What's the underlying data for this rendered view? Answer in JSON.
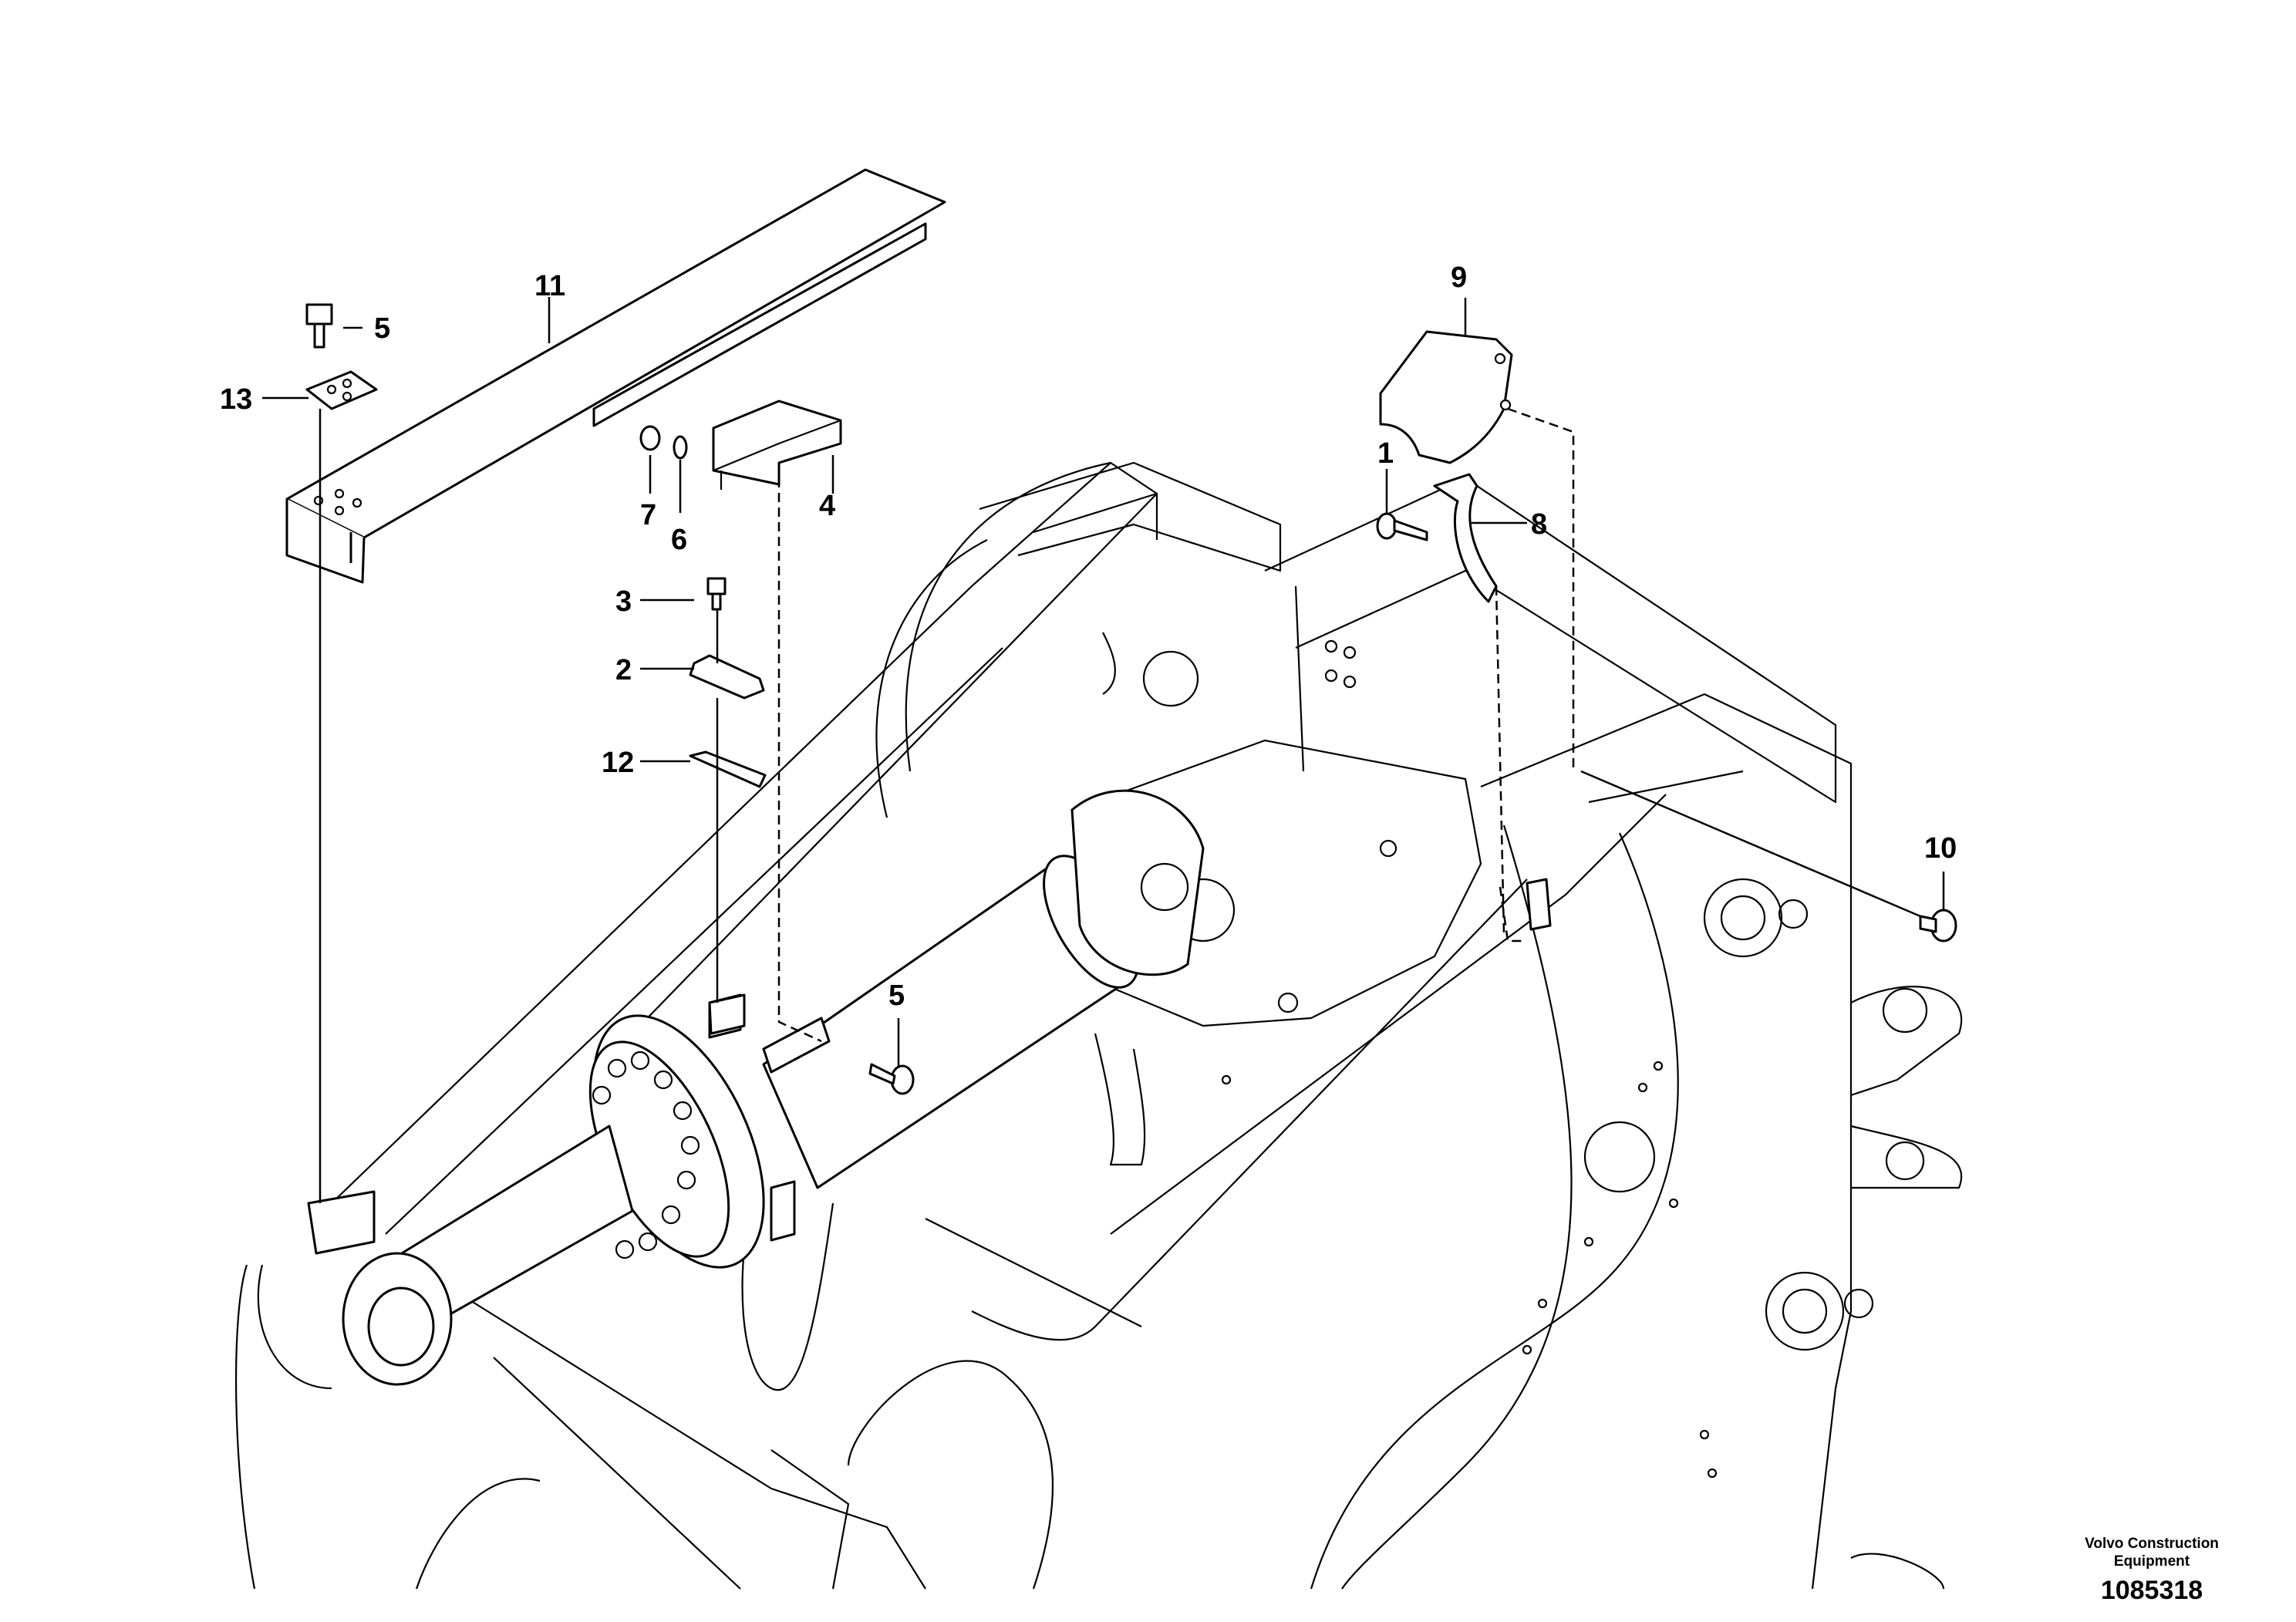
{
  "callouts": [
    {
      "id": "1",
      "label": "1"
    },
    {
      "id": "2",
      "label": "2"
    },
    {
      "id": "3",
      "label": "3"
    },
    {
      "id": "4",
      "label": "4"
    },
    {
      "id": "5a",
      "label": "5"
    },
    {
      "id": "5b",
      "label": "5"
    },
    {
      "id": "6",
      "label": "6"
    },
    {
      "id": "7",
      "label": "7"
    },
    {
      "id": "8",
      "label": "8"
    },
    {
      "id": "9",
      "label": "9"
    },
    {
      "id": "10",
      "label": "10"
    },
    {
      "id": "11",
      "label": "11"
    },
    {
      "id": "12",
      "label": "12"
    },
    {
      "id": "13",
      "label": "13"
    }
  ],
  "brand": {
    "line1": "Volvo Construction",
    "line2": "Equipment",
    "document_number": "1085318"
  },
  "colors": {
    "line": "#000000",
    "background": "#ffffff"
  }
}
